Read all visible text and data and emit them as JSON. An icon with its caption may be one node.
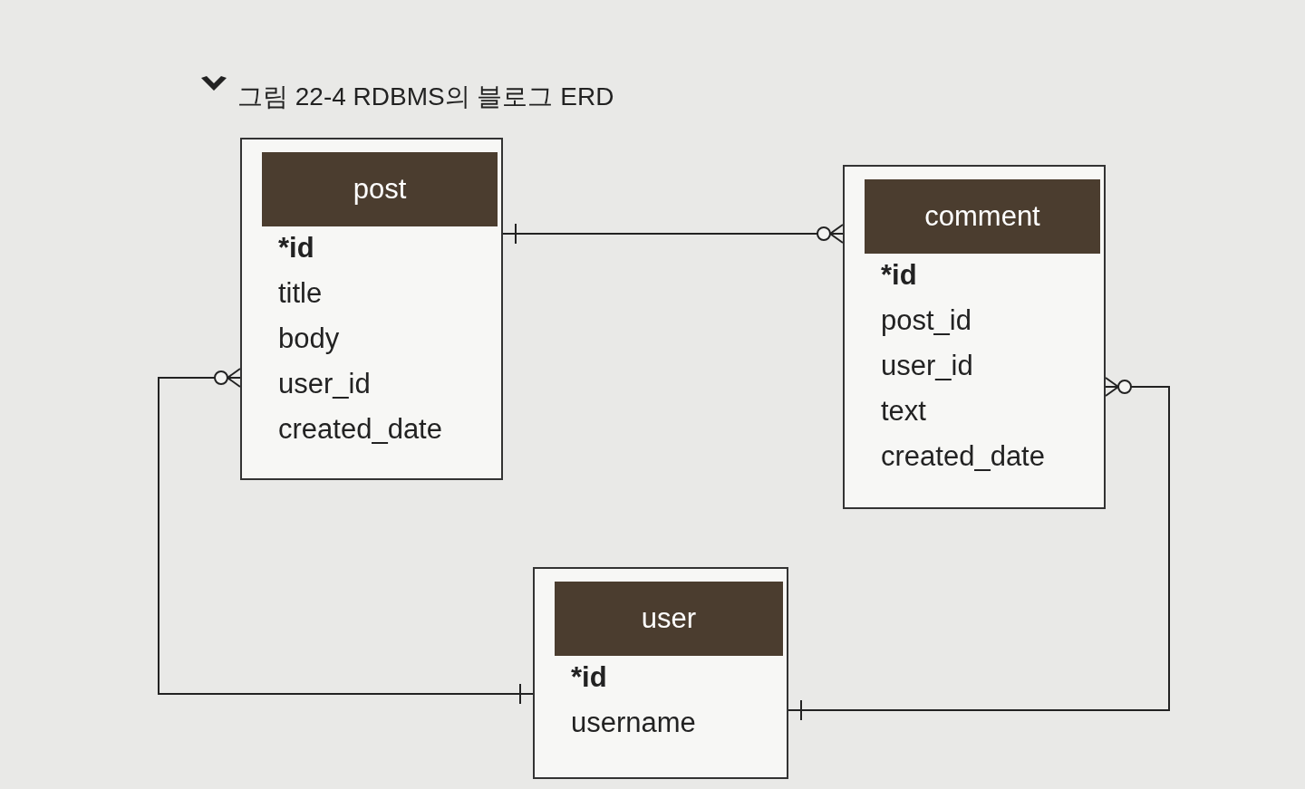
{
  "diagram": {
    "title": "그림 22-4 RDBMS의 블로그 ERD",
    "nodes": [
      {
        "text": [
          "post",
          "*id",
          "title",
          "body",
          "user_id",
          "created_date"
        ]
      },
      {
        "text": [
          "comment",
          "*id",
          "post_id",
          "user_id",
          "text",
          "created_date"
        ]
      },
      {
        "text": [
          "user",
          "*id",
          "username"
        ]
      }
    ],
    "edges": [
      {
        "from": 0,
        "to": 1,
        "arrow": "other"
      },
      {
        "from": 2,
        "to": 0,
        "arrow": "other"
      },
      {
        "from": 2,
        "to": 1,
        "arrow": "other"
      }
    ]
  }
}
